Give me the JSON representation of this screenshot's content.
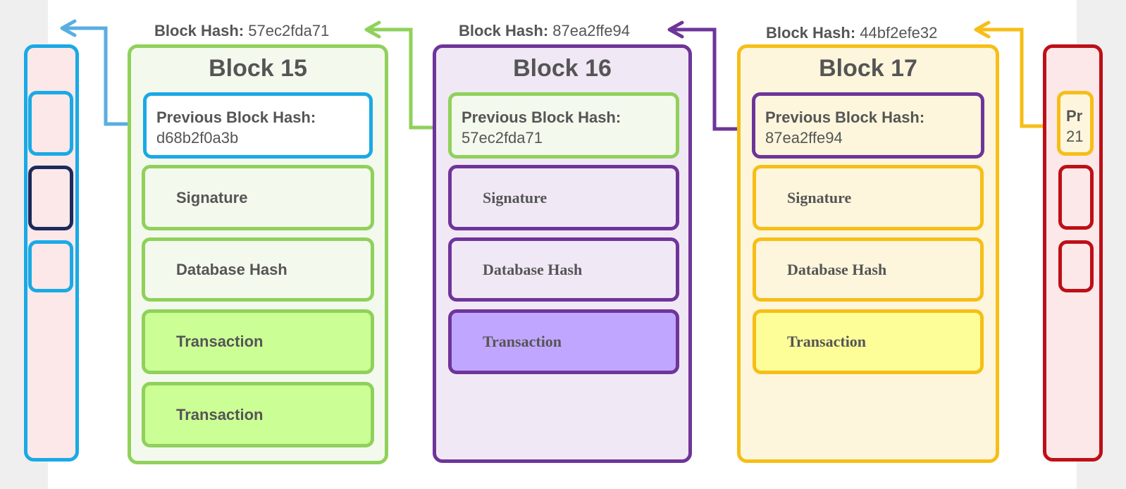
{
  "colors": {
    "blue": "#1aa9e6",
    "navy": "#1c2a5c",
    "green": "#8fd15a",
    "purple": "#6e3599",
    "yellow": "#f6be16",
    "red": "#be0f17",
    "pink_fill": "#fce8e8",
    "green_fill": "#f4f9ee",
    "green_tx_fill": "#ccfe96",
    "purple_fill": "#f1e8f6",
    "purple_tx_fill": "#c1a6ff",
    "yellow_fill": "#fdf6dc",
    "yellow_tx_fill": "#fefe99"
  },
  "blocks": [
    {
      "title": "Block 15",
      "hash_key": "Block Hash:",
      "hash_value": "57ec2fda71",
      "prev_key": "Previous Block Hash:",
      "prev_value": "d68b2f0a3b",
      "signature": "Signature",
      "database_hash": "Database Hash",
      "transactions": [
        "Transaction",
        "Transaction"
      ]
    },
    {
      "title": "Block 16",
      "hash_key": "Block Hash:",
      "hash_value": "87ea2ffe94",
      "prev_key": "Previous Block Hash:",
      "prev_value": "57ec2fda71",
      "signature": "Signature",
      "database_hash": "Database Hash",
      "transactions": [
        "Transaction"
      ]
    },
    {
      "title": "Block 17",
      "hash_key": "Block Hash:",
      "hash_value": "44bf2efe32",
      "prev_key": "Previous Block Hash:",
      "prev_value": "87ea2ffe94",
      "signature": "Signature",
      "database_hash": "Database Hash",
      "transactions": [
        "Transaction"
      ]
    }
  ],
  "next_block_partial": {
    "prev_key": "Pr",
    "prev_value": "21"
  }
}
